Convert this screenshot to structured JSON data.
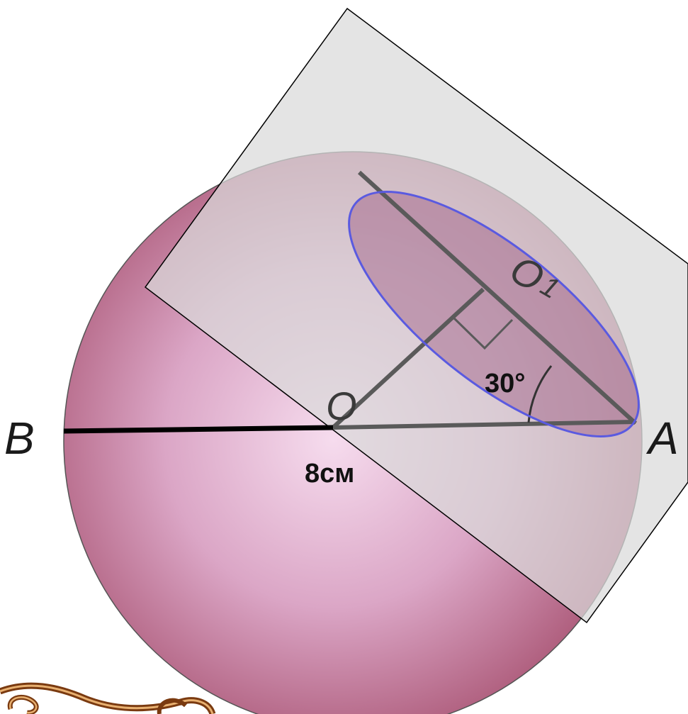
{
  "labels": {
    "point_b": "B",
    "point_a": "A",
    "center_o": "O",
    "center_o1_letter": "O",
    "center_o1_sub": "1",
    "angle": "30°",
    "length": "8см"
  },
  "colors": {
    "sphere_light": "#f6dcee",
    "sphere_dark": "#b0607f",
    "plane_fill": "#d9d9d9",
    "circle_stroke": "#5a5ae0",
    "segment_gray": "#5a5a5a",
    "segment_black": "#000000"
  },
  "decoration": "ornamental-scroll"
}
